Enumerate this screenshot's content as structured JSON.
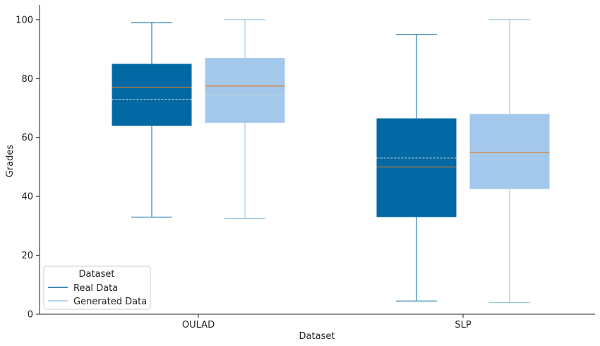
{
  "chart_data": {
    "type": "boxplot",
    "title": "",
    "xlabel": "Dataset",
    "ylabel": "Grades",
    "categories": [
      "OULAD",
      "SLP"
    ],
    "ylim": [
      0,
      105
    ],
    "yticks": [
      0,
      20,
      40,
      60,
      80,
      100
    ],
    "grid": false,
    "legend": {
      "title": "Dataset",
      "placement": "lower-left",
      "entries": [
        "Real Data",
        "Generated Data"
      ]
    },
    "series": [
      {
        "name": "Real Data",
        "box_color": "#0269a4",
        "whisker_color": "#0269a4",
        "boxes": [
          {
            "category": "OULAD",
            "whisker_low": 33,
            "q1": 64,
            "median": 77,
            "mean": 73,
            "q3": 85,
            "whisker_high": 99
          },
          {
            "category": "SLP",
            "whisker_low": 4.5,
            "q1": 33,
            "median": 50,
            "mean": 53,
            "q3": 66.5,
            "whisker_high": 95
          }
        ]
      },
      {
        "name": "Generated Data",
        "box_color": "#a3c8eb",
        "whisker_color": "#8fc3da",
        "boxes": [
          {
            "category": "OULAD",
            "whisker_low": 32.5,
            "q1": 65,
            "median": 77.5,
            "mean": 74.5,
            "q3": 87,
            "whisker_high": 100
          },
          {
            "category": "SLP",
            "whisker_low": 4,
            "q1": 42.5,
            "median": 55,
            "mean": 55,
            "q3": 68,
            "whisker_high": 100
          }
        ]
      }
    ],
    "median_color": "#e07b2a",
    "mean_color": "#dddddd"
  }
}
